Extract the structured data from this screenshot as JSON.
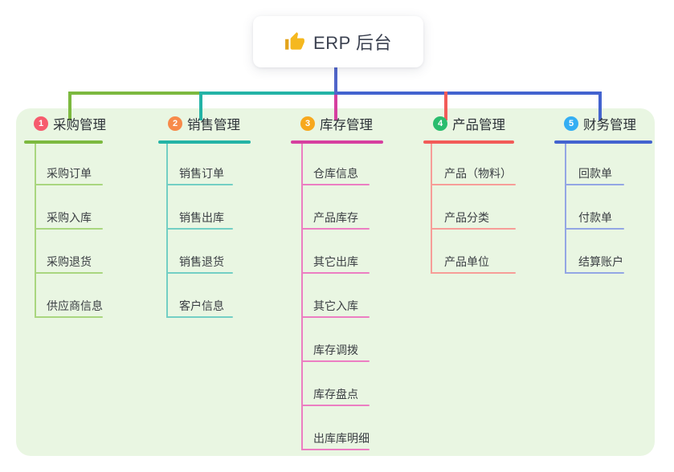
{
  "root": {
    "title": "ERP 后台",
    "icon": "thumbs-up"
  },
  "connector": {
    "root_line_color": "#5065ca"
  },
  "panel": {
    "bg": "#e9f6e2"
  },
  "branches": [
    {
      "number": "1",
      "label": "采购管理",
      "badge_color": "#f65b6d",
      "line_color": "#7cb93f",
      "child_line_color": "#a9d67f",
      "children": [
        "采购订单",
        "采购入库",
        "采购退货",
        "供应商信息"
      ]
    },
    {
      "number": "2",
      "label": "销售管理",
      "badge_color": "#f78a4a",
      "line_color": "#24b3a6",
      "child_line_color": "#73cfc4",
      "children": [
        "销售订单",
        "销售出库",
        "销售退货",
        "客户信息"
      ]
    },
    {
      "number": "3",
      "label": "库存管理",
      "badge_color": "#f7a81d",
      "line_color": "#d63f9f",
      "child_line_color": "#ec7ec2",
      "children": [
        "仓库信息",
        "产品库存",
        "其它出库",
        "其它入库",
        "库存调拨",
        "库存盘点",
        "出库库明细"
      ]
    },
    {
      "number": "4",
      "label": "产品管理",
      "badge_color": "#2abd6e",
      "line_color": "#f25b58",
      "child_line_color": "#f79d98",
      "children": [
        "产品（物料）",
        "产品分类",
        "产品单位"
      ]
    },
    {
      "number": "5",
      "label": "财务管理",
      "badge_color": "#34aef3",
      "line_color": "#4363cf",
      "child_line_color": "#93a6e4",
      "children": [
        "回款单",
        "付款单",
        "结算账户"
      ]
    }
  ]
}
